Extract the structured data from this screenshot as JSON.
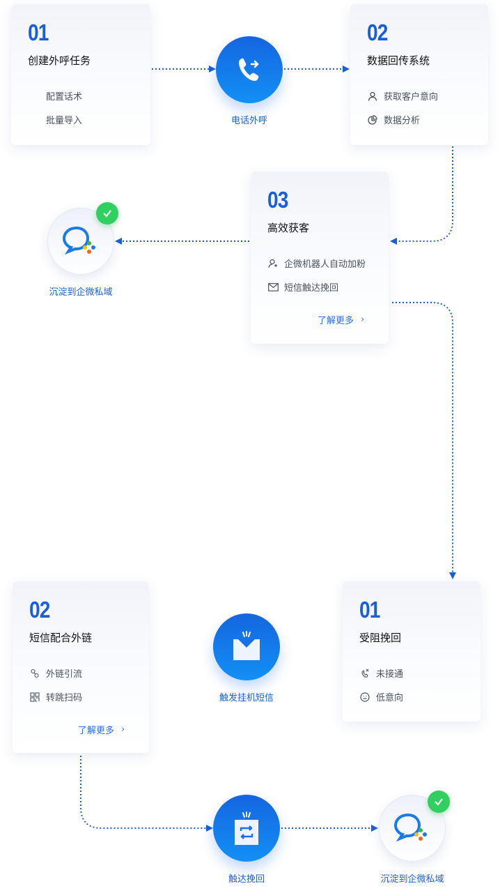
{
  "top_flow": {
    "card1": {
      "number": "01",
      "title": "创建外呼任务",
      "items": [
        "配置话术",
        "批量导入"
      ]
    },
    "call_node": {
      "label": "电话外呼",
      "icon": "phone-outgoing-icon"
    },
    "card2": {
      "number": "02",
      "title": "数据回传系统",
      "items": [
        "获取客户意向",
        "数据分析"
      ]
    },
    "card3": {
      "number": "03",
      "title": "高效获客",
      "items": [
        "企微机器人自动加粉",
        "短信触达挽回"
      ],
      "more": "了解更多"
    },
    "wecom_node": {
      "label": "沉淀到企微私域"
    }
  },
  "bottom_flow": {
    "card1": {
      "number": "01",
      "title": "受阻挽回",
      "items": [
        "未接通",
        "低意向"
      ]
    },
    "sms_node": {
      "label": "触发挂机短信"
    },
    "card2": {
      "number": "02",
      "title": "短信配合外链",
      "items": [
        "外链引流",
        "转跳扫码"
      ],
      "more": "了解更多"
    },
    "reach_node": {
      "label": "触达挽回"
    },
    "wecom_node": {
      "label": "沉淀到企微私域"
    }
  },
  "colors": {
    "accent": "#1a5fd9",
    "success": "#2fcf60"
  }
}
